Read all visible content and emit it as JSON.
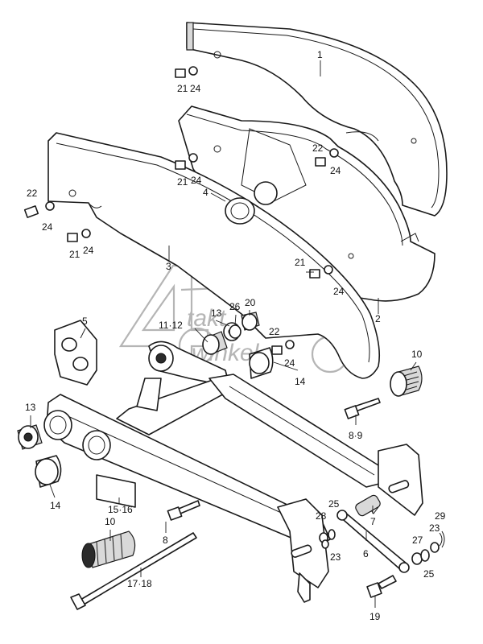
{
  "watermark": {
    "digit": "4",
    "line1": "takt",
    "line2": "winkel"
  },
  "callouts": [
    {
      "key": "p1",
      "text": "1"
    },
    {
      "key": "p2",
      "text": "2"
    },
    {
      "key": "p3",
      "text": "3"
    },
    {
      "key": "p4",
      "text": "4"
    },
    {
      "key": "p5",
      "text": "5"
    },
    {
      "key": "p6",
      "text": "6"
    },
    {
      "key": "p7",
      "text": "7"
    },
    {
      "key": "p8",
      "text": "8"
    },
    {
      "key": "p8_9",
      "text": "8·9"
    },
    {
      "key": "p10a",
      "text": "10"
    },
    {
      "key": "p10b",
      "text": "10"
    },
    {
      "key": "p11_12",
      "text": "11·12"
    },
    {
      "key": "p13a",
      "text": "13"
    },
    {
      "key": "p13b",
      "text": "13"
    },
    {
      "key": "p14a",
      "text": "14"
    },
    {
      "key": "p14b",
      "text": "14"
    },
    {
      "key": "p15_16",
      "text": "15·16"
    },
    {
      "key": "p17_18",
      "text": "17·18"
    },
    {
      "key": "p19",
      "text": "19"
    },
    {
      "key": "p20",
      "text": "20"
    },
    {
      "key": "p21a",
      "text": "21"
    },
    {
      "key": "p21b",
      "text": "21"
    },
    {
      "key": "p21c",
      "text": "21"
    },
    {
      "key": "p21d",
      "text": "21"
    },
    {
      "key": "p22a",
      "text": "22"
    },
    {
      "key": "p22b",
      "text": "22"
    },
    {
      "key": "p22c",
      "text": "22"
    },
    {
      "key": "p23a",
      "text": "23"
    },
    {
      "key": "p23b",
      "text": "23"
    },
    {
      "key": "p24a",
      "text": "24"
    },
    {
      "key": "p24b",
      "text": "24"
    },
    {
      "key": "p24c",
      "text": "24"
    },
    {
      "key": "p24d",
      "text": "24"
    },
    {
      "key": "p24e",
      "text": "24"
    },
    {
      "key": "p24f",
      "text": "24"
    },
    {
      "key": "p24g",
      "text": "24"
    },
    {
      "key": "p25a",
      "text": "25"
    },
    {
      "key": "p25b",
      "text": "25"
    },
    {
      "key": "p26",
      "text": "26"
    },
    {
      "key": "p27",
      "text": "27"
    },
    {
      "key": "p28",
      "text": "28"
    },
    {
      "key": "p29",
      "text": "29"
    }
  ]
}
